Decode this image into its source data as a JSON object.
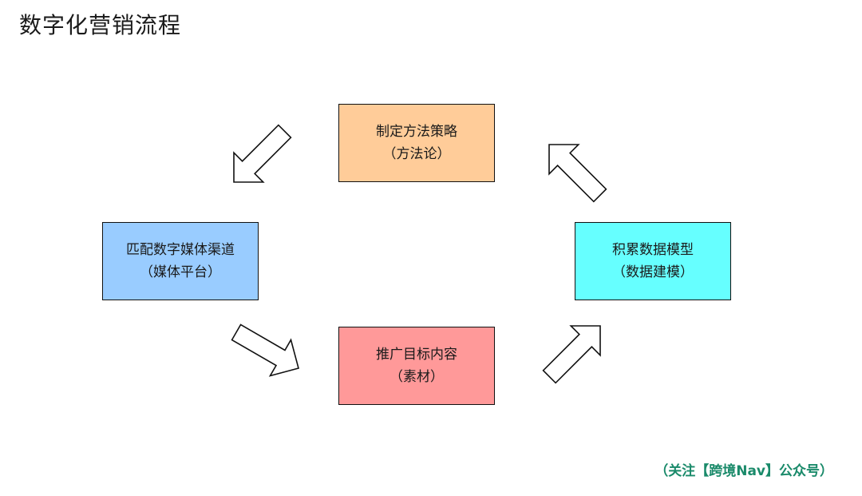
{
  "title": "数字化营销流程",
  "colors": {
    "strategy": "#ffcc99",
    "channels": "#99ccff",
    "content": "#ff9999",
    "data": "#66ffff",
    "footer": "#1a8a6a"
  },
  "nodes": {
    "strategy": {
      "line1": "制定方法策略",
      "line2": "（方法论）"
    },
    "channels": {
      "line1": "匹配数字媒体渠道",
      "line2": "（媒体平台）"
    },
    "content": {
      "line1": "推广目标内容",
      "line2": "（素材）"
    },
    "data": {
      "line1": "积累数据模型",
      "line2": "（数据建模）"
    }
  },
  "footer": "（关注【跨境Nav】公众号）"
}
